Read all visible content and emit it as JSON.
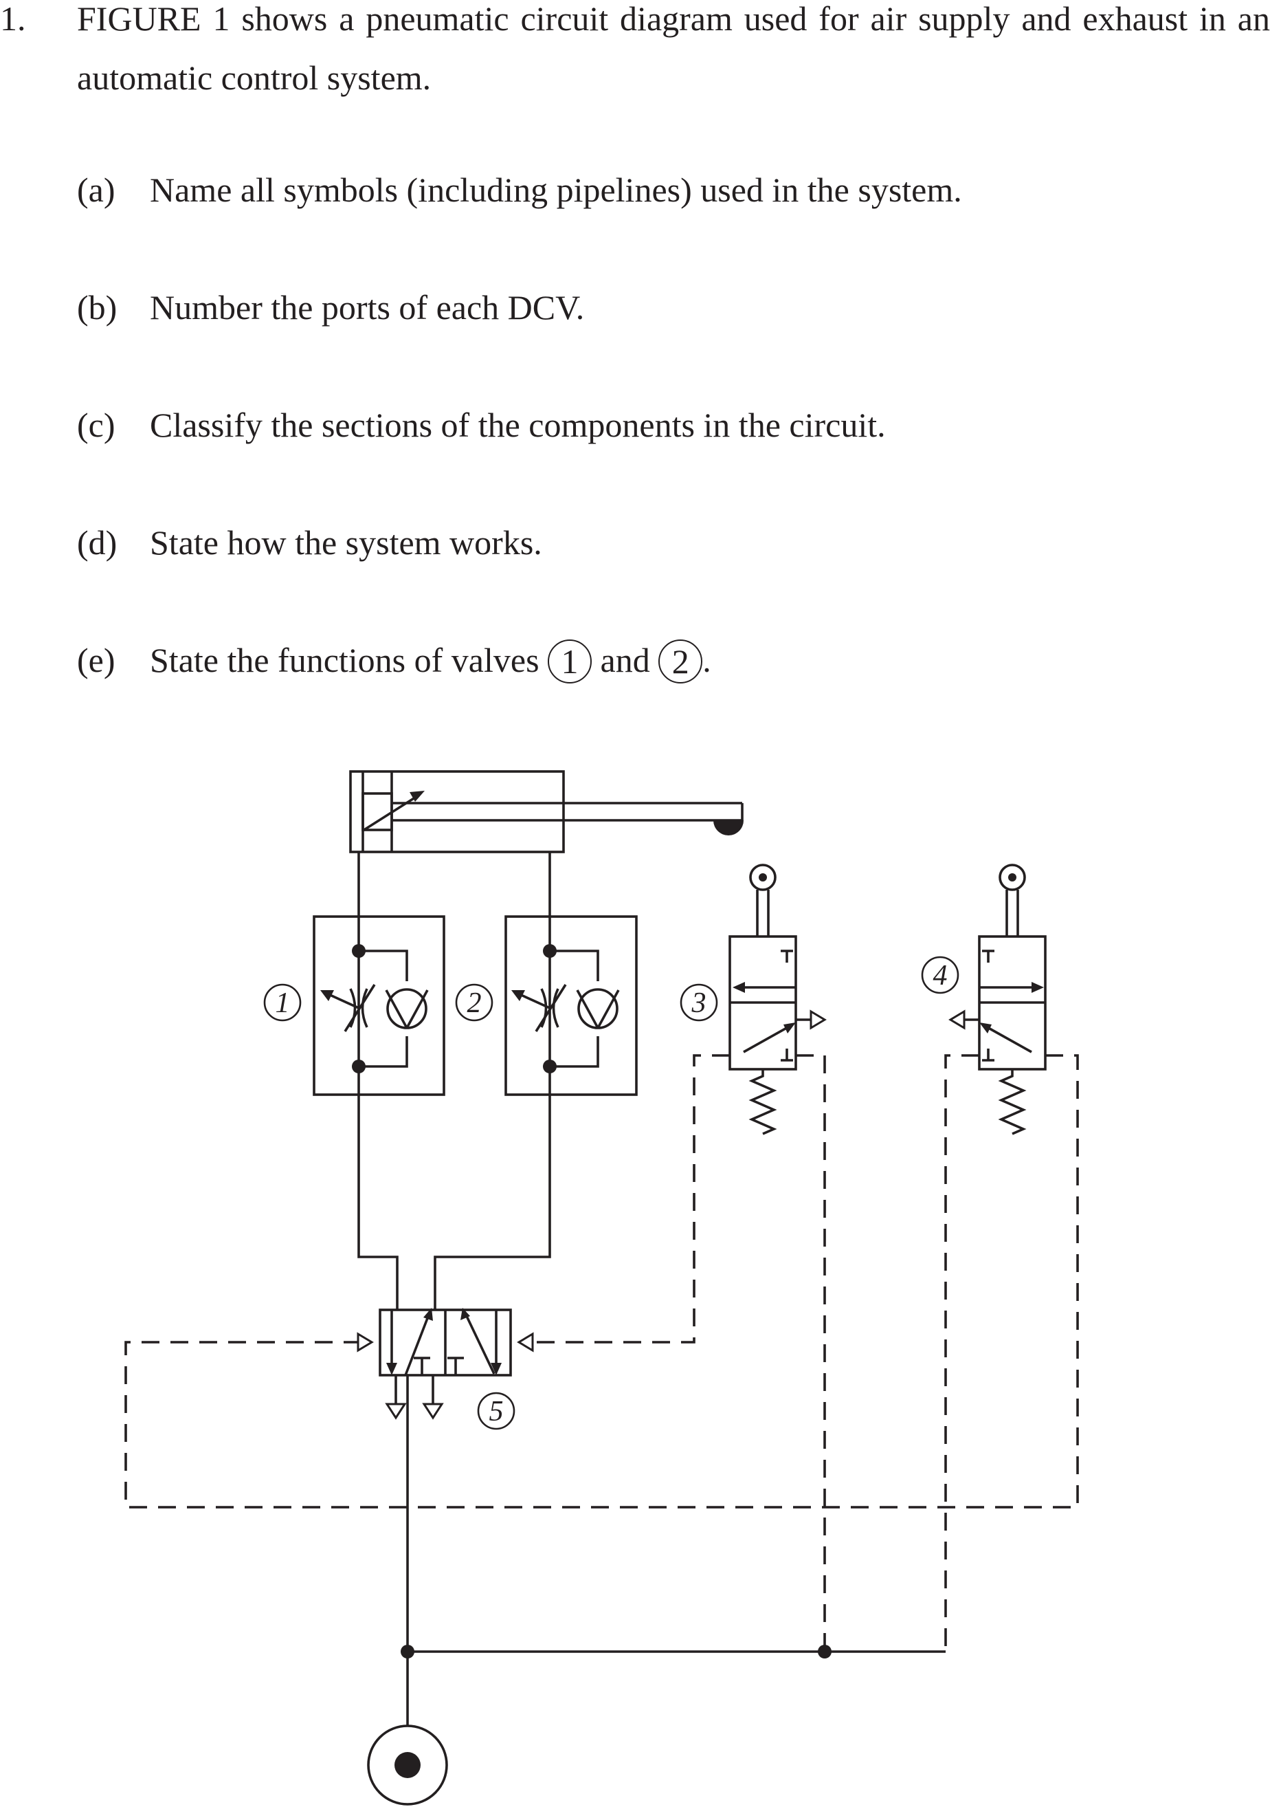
{
  "question": {
    "number": "1.",
    "intro": "FIGURE 1 shows a pneumatic circuit diagram used for air supply and exhaust in an automatic control system.",
    "parts": [
      {
        "label": "(a)",
        "text": "Name all symbols (including pipelines) used in the system."
      },
      {
        "label": "(b)",
        "text": "Number the ports of each DCV."
      },
      {
        "label": "(c)",
        "text": "Classify the sections of the components in the circuit."
      },
      {
        "label": "(d)",
        "text": "State how the system works."
      },
      {
        "label": "(e)",
        "text": "State the functions of valves",
        "ref1": "1",
        "joiner": "and",
        "ref2": "2",
        "end": "."
      }
    ]
  },
  "diagram": {
    "component_numbers": [
      "1",
      "2",
      "3",
      "4",
      "5"
    ]
  }
}
